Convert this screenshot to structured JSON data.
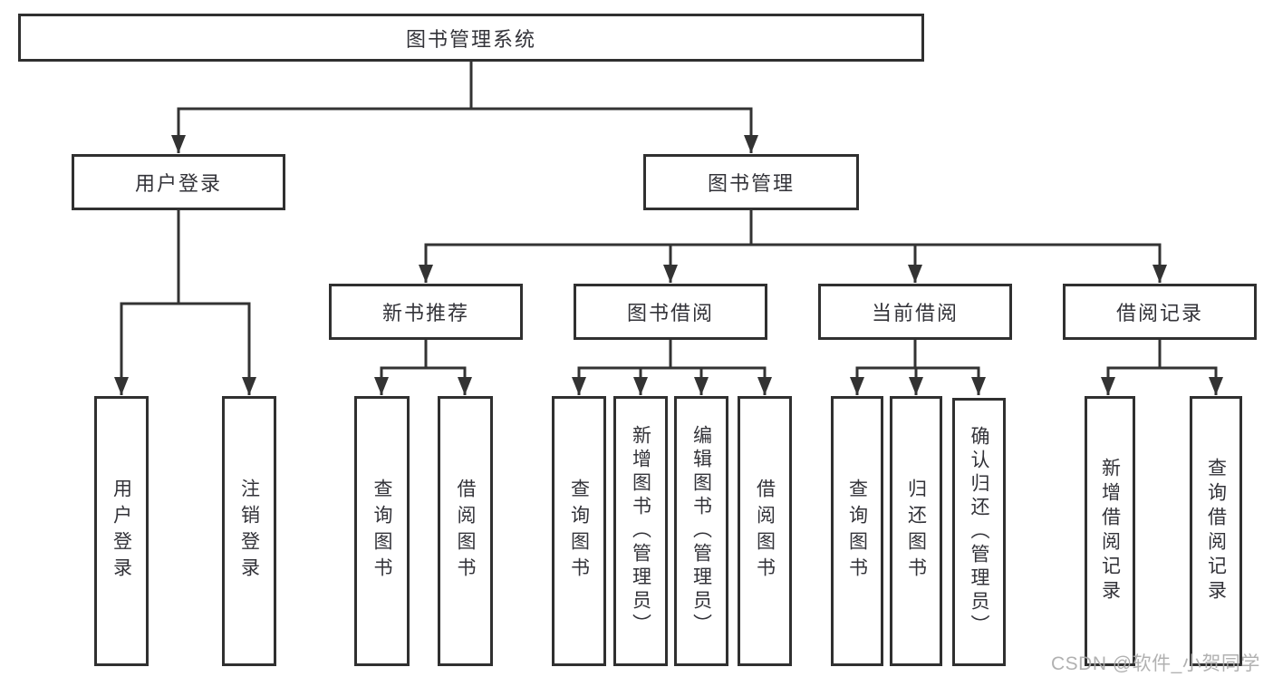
{
  "diagram": {
    "colors": {
      "line": "#333333",
      "box_border": "#303030",
      "text": "#333339",
      "background": "#ffffff",
      "watermark": "#ababab"
    },
    "watermark": "CSDN @软件_小贺同学",
    "nodes": {
      "root": {
        "label": "图书管理系统"
      },
      "user_login": {
        "label": "用户登录"
      },
      "book_mgmt": {
        "label": "图书管理"
      },
      "new_book_rec": {
        "label": "新书推荐"
      },
      "book_borrow": {
        "label": "图书借阅"
      },
      "current_borrow": {
        "label": "当前借阅"
      },
      "borrow_records": {
        "label": "借阅记录"
      },
      "leaf_user_login": {
        "label": "用户登录"
      },
      "leaf_logout": {
        "label": "注销登录"
      },
      "leaf_query_books_rec": {
        "label": "查询图书"
      },
      "leaf_borrow_books_rec": {
        "label": "借阅图书"
      },
      "leaf_query_books_borrow": {
        "label": "查询图书"
      },
      "leaf_add_books": {
        "label": "新增图书（管理员）"
      },
      "leaf_edit_books": {
        "label": "编辑图书（管理员）"
      },
      "leaf_borrow_books_borrow": {
        "label": "借阅图书"
      },
      "leaf_query_books_current": {
        "label": "查询图书"
      },
      "leaf_return_books": {
        "label": "归还图书"
      },
      "leaf_confirm_return": {
        "label": "确认归还（管理员）"
      },
      "leaf_add_borrow_record": {
        "label": "新增借阅记录"
      },
      "leaf_query_borrow_record": {
        "label": "查询借阅记录"
      }
    },
    "edges": [
      [
        "root",
        "user_login"
      ],
      [
        "root",
        "book_mgmt"
      ],
      [
        "user_login",
        "leaf_user_login"
      ],
      [
        "user_login",
        "leaf_logout"
      ],
      [
        "book_mgmt",
        "new_book_rec"
      ],
      [
        "book_mgmt",
        "book_borrow"
      ],
      [
        "book_mgmt",
        "current_borrow"
      ],
      [
        "book_mgmt",
        "borrow_records"
      ],
      [
        "new_book_rec",
        "leaf_query_books_rec"
      ],
      [
        "new_book_rec",
        "leaf_borrow_books_rec"
      ],
      [
        "book_borrow",
        "leaf_query_books_borrow"
      ],
      [
        "book_borrow",
        "leaf_add_books"
      ],
      [
        "book_borrow",
        "leaf_edit_books"
      ],
      [
        "book_borrow",
        "leaf_borrow_books_borrow"
      ],
      [
        "current_borrow",
        "leaf_query_books_current"
      ],
      [
        "current_borrow",
        "leaf_return_books"
      ],
      [
        "current_borrow",
        "leaf_confirm_return"
      ],
      [
        "borrow_records",
        "leaf_add_borrow_record"
      ],
      [
        "borrow_records",
        "leaf_query_borrow_record"
      ]
    ]
  }
}
